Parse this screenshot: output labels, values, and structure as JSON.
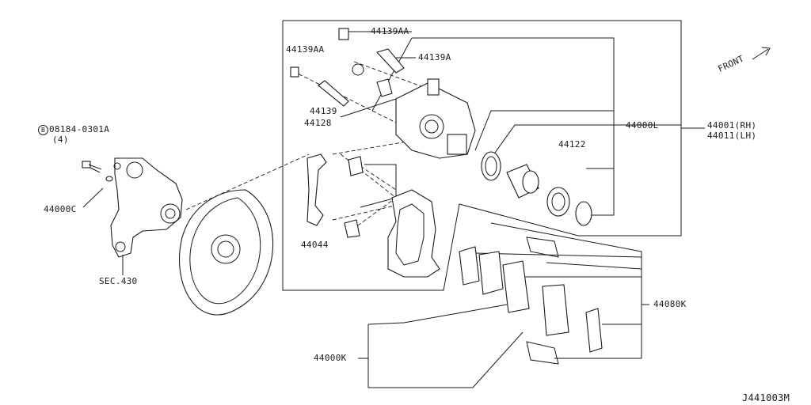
{
  "labels": {
    "p44139AA_top": "44139AA",
    "p44139AA_left": "44139AA",
    "p44139A": "44139A",
    "p44139": "44139",
    "p44128": "44128",
    "p44000L": "44000L",
    "p44001": "44001(RH)",
    "p44011": "44011(LH)",
    "p44122": "44122",
    "p44044": "44044",
    "p44080K": "44080K",
    "p44000K": "44000K",
    "p44000C": "44000C",
    "sec430": "SEC.430",
    "bolt_ref": "08184-0301A",
    "bolt_ref_badge": "B",
    "bolt_qty": "(4)",
    "front": "FRONT",
    "diagram_code": "J441003M"
  }
}
